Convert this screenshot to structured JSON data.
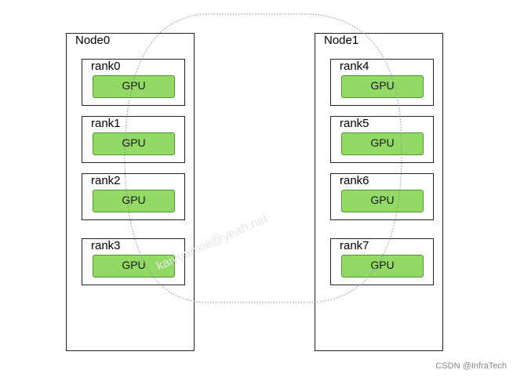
{
  "colors": {
    "gpu_fill": "#92d965",
    "gpu_border": "#4a9a2c",
    "box_border": "#222222",
    "ring_stroke": "#8a8f99"
  },
  "nodes": [
    {
      "label": "Node0",
      "ranks": [
        {
          "label": "rank0",
          "gpu": "GPU"
        },
        {
          "label": "rank1",
          "gpu": "GPU"
        },
        {
          "label": "rank2",
          "gpu": "GPU"
        },
        {
          "label": "rank3",
          "gpu": "GPU"
        }
      ]
    },
    {
      "label": "Node1",
      "ranks": [
        {
          "label": "rank4",
          "gpu": "GPU"
        },
        {
          "label": "rank5",
          "gpu": "GPU"
        },
        {
          "label": "rank6",
          "gpu": "GPU"
        },
        {
          "label": "rank7",
          "gpu": "GPU"
        }
      ]
    }
  ],
  "watermark": "kaiyuanxie@yeah.net",
  "credit": "CSDN @InfraTech"
}
